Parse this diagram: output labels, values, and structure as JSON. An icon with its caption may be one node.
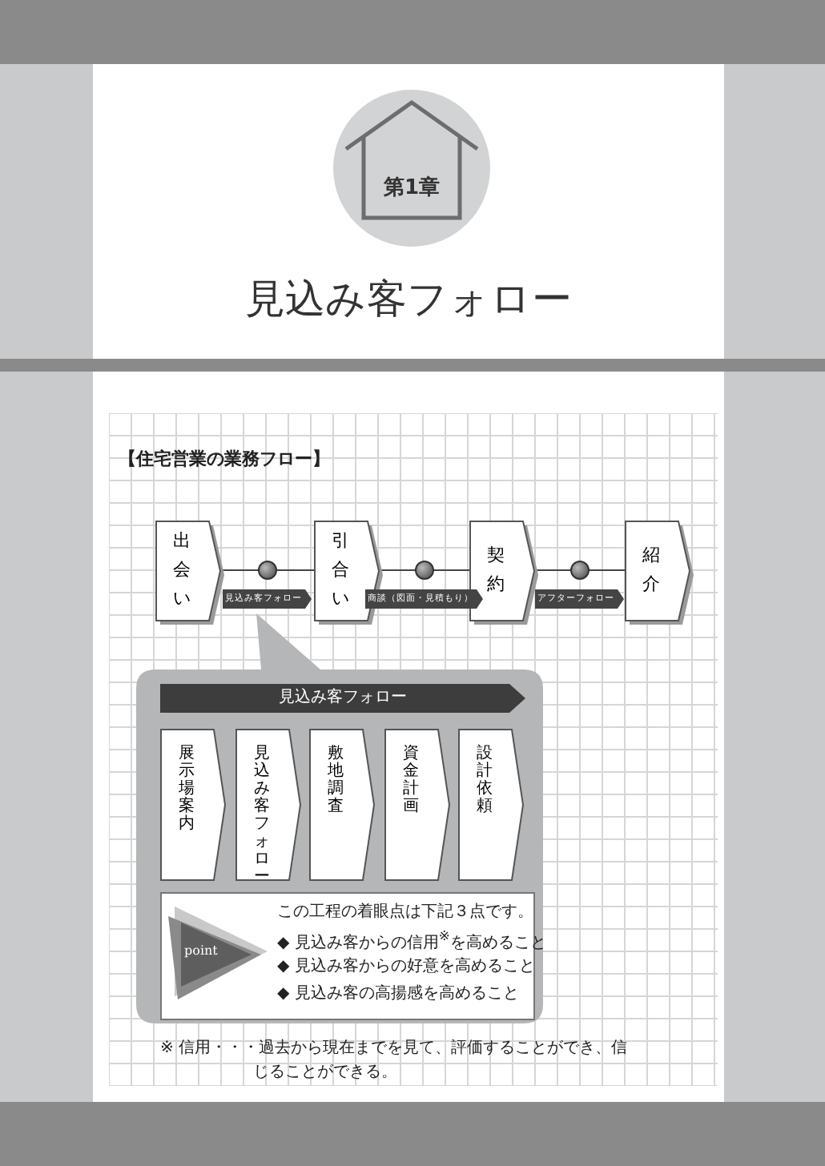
{
  "diagram": {
    "title": "見込み客フォロー",
    "nodes": [
      {
        "text": [
          "出会い"
        ]
      },
      {
        "text": [
          "引合い"
        ]
      },
      {
        "text": [
          "契約"
        ]
      },
      {
        "text": [
          "紹介"
        ]
      },
      {
        "text": [
          "見込み客フォロー"
        ]
      },
      {
        "text": [
          "展示場案内"
        ],
        "in": 4
      },
      {
        "text": [
          "見込み客フォロー"
        ],
        "in": 4
      },
      {
        "text": [
          "敷地調査"
        ],
        "in": 4
      },
      {
        "text": [
          "資金計画"
        ],
        "in": 4
      },
      {
        "text": [
          "設計依頼"
        ],
        "in": 4
      },
      {
        "text": [
          "この工程の着眼点は下記３点です。",
          "◆ 見込み客からの信用$^{※}$を高めること",
          "◆ 見込み客からの好意を高めること",
          "◆ 見込み客の高揚感を高めること"
        ],
        "in": 4
      },
      {
        "text": [
          "point"
        ],
        "in": 10
      }
    ],
    "edges": [
      {
        "from": 0,
        "to": 1,
        "arrow": "none",
        "label": "見込み客フォロー"
      },
      {
        "from": 1,
        "to": 2,
        "arrow": "none",
        "label": "商談（図面・見積もり）"
      },
      {
        "from": 2,
        "to": 3,
        "arrow": "none",
        "label": "アフターフォロー"
      }
    ],
    "labels": [
      "第1章",
      "【住宅営業の業務フロー】",
      "※ 信用・・・過去から現在までを見て、評価することができ、信じることができる。"
    ]
  }
}
